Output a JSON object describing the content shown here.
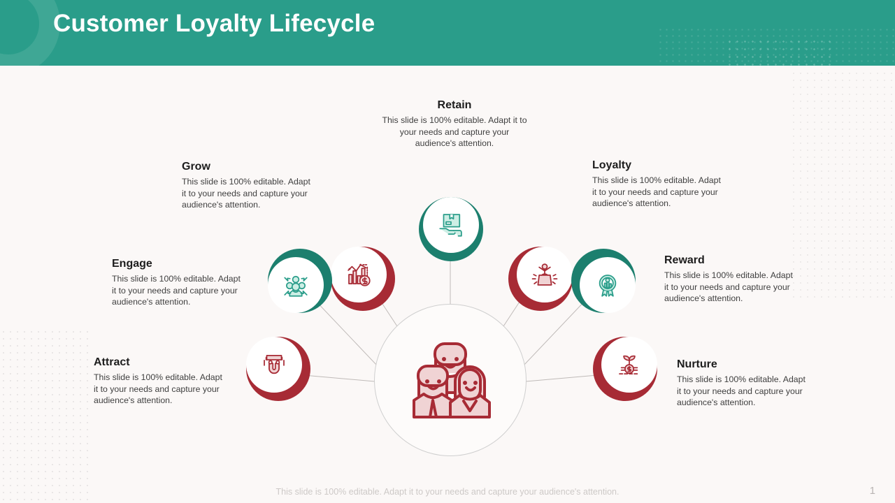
{
  "header": {
    "title": "Customer Loyalty Lifecycle",
    "bg_color": "#2a9d8a"
  },
  "palette": {
    "teal": "#1c7f6e",
    "red": "#a72b35",
    "page_bg": "#fbf8f7",
    "heading": "#1d1d1d",
    "body": "#3f3f3f"
  },
  "center": {
    "icon": "customers-group-icon"
  },
  "body_text": "This slide is 100% editable. Adapt it to your needs and capture your audience's attention.",
  "nodes": [
    {
      "key": "retain",
      "label": "Retain",
      "description": "This slide is 100% editable. Adapt it to your needs and capture your audience's attention.",
      "icon": "hand-holding-box-icon",
      "color": "teal",
      "align": "center"
    },
    {
      "key": "grow",
      "label": "Grow",
      "description": "This slide is 100% editable. Adapt it to your needs and capture your audience's attention.",
      "icon": "bar-chart-dollar-icon",
      "color": "red",
      "align": "left"
    },
    {
      "key": "loyalty",
      "label": "Loyalty",
      "description": "This slide is 100% editable. Adapt it to your needs and capture your audience's attention.",
      "icon": "person-in-bag-icon",
      "color": "red",
      "align": "left"
    },
    {
      "key": "engage",
      "label": "Engage",
      "description": "This slide is 100% editable. Adapt it to your needs and capture your audience's attention.",
      "icon": "team-network-icon",
      "color": "teal",
      "align": "left"
    },
    {
      "key": "reward",
      "label": "Reward",
      "description": "This slide is 100% editable. Adapt it to your needs and capture your audience's attention.",
      "icon": "award-ribbon-icon",
      "color": "teal",
      "align": "left"
    },
    {
      "key": "attract",
      "label": "Attract",
      "description": "This slide is 100% editable. Adapt it to your needs and capture your audience's attention.",
      "icon": "magnet-icon",
      "color": "red",
      "align": "left"
    },
    {
      "key": "nurture",
      "label": "Nurture",
      "description": "This slide is 100% editable. Adapt it to your needs and capture your audience's attention.",
      "icon": "plant-coin-growth-icon",
      "color": "red",
      "align": "left"
    }
  ],
  "footer": {
    "note": "This slide is 100% editable. Adapt it to your needs and capture your audience's attention.",
    "page_number": "1"
  }
}
